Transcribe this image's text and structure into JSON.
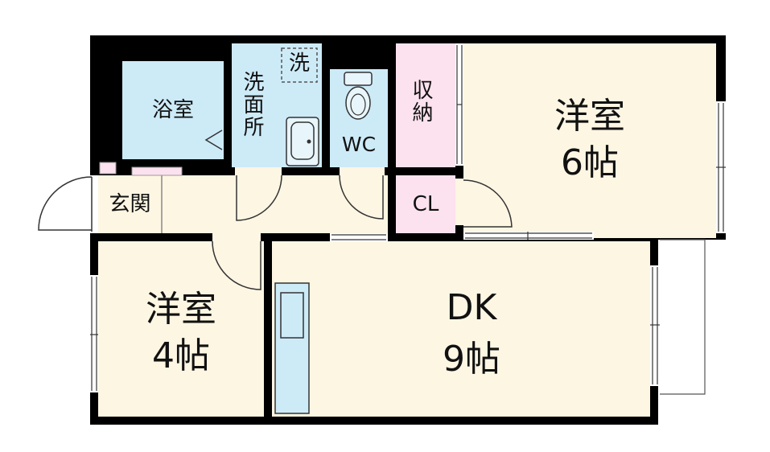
{
  "rooms": {
    "bath": "浴室",
    "washroom": "洗面所",
    "washer": "洗",
    "toilet": "WC",
    "storage": "収納",
    "closet": "CL",
    "entrance": "玄関",
    "western_large": {
      "name": "洋室",
      "size": "6帖"
    },
    "western_small": {
      "name": "洋室",
      "size": "4帖"
    },
    "dk": {
      "name": "DK",
      "size": "9帖"
    }
  },
  "colors": {
    "wall": "#000000",
    "floor": "#fdf6e3",
    "wet_area": "#cdeaf7",
    "storage": "#fbe2ee",
    "fixture_stroke": "#333333"
  }
}
